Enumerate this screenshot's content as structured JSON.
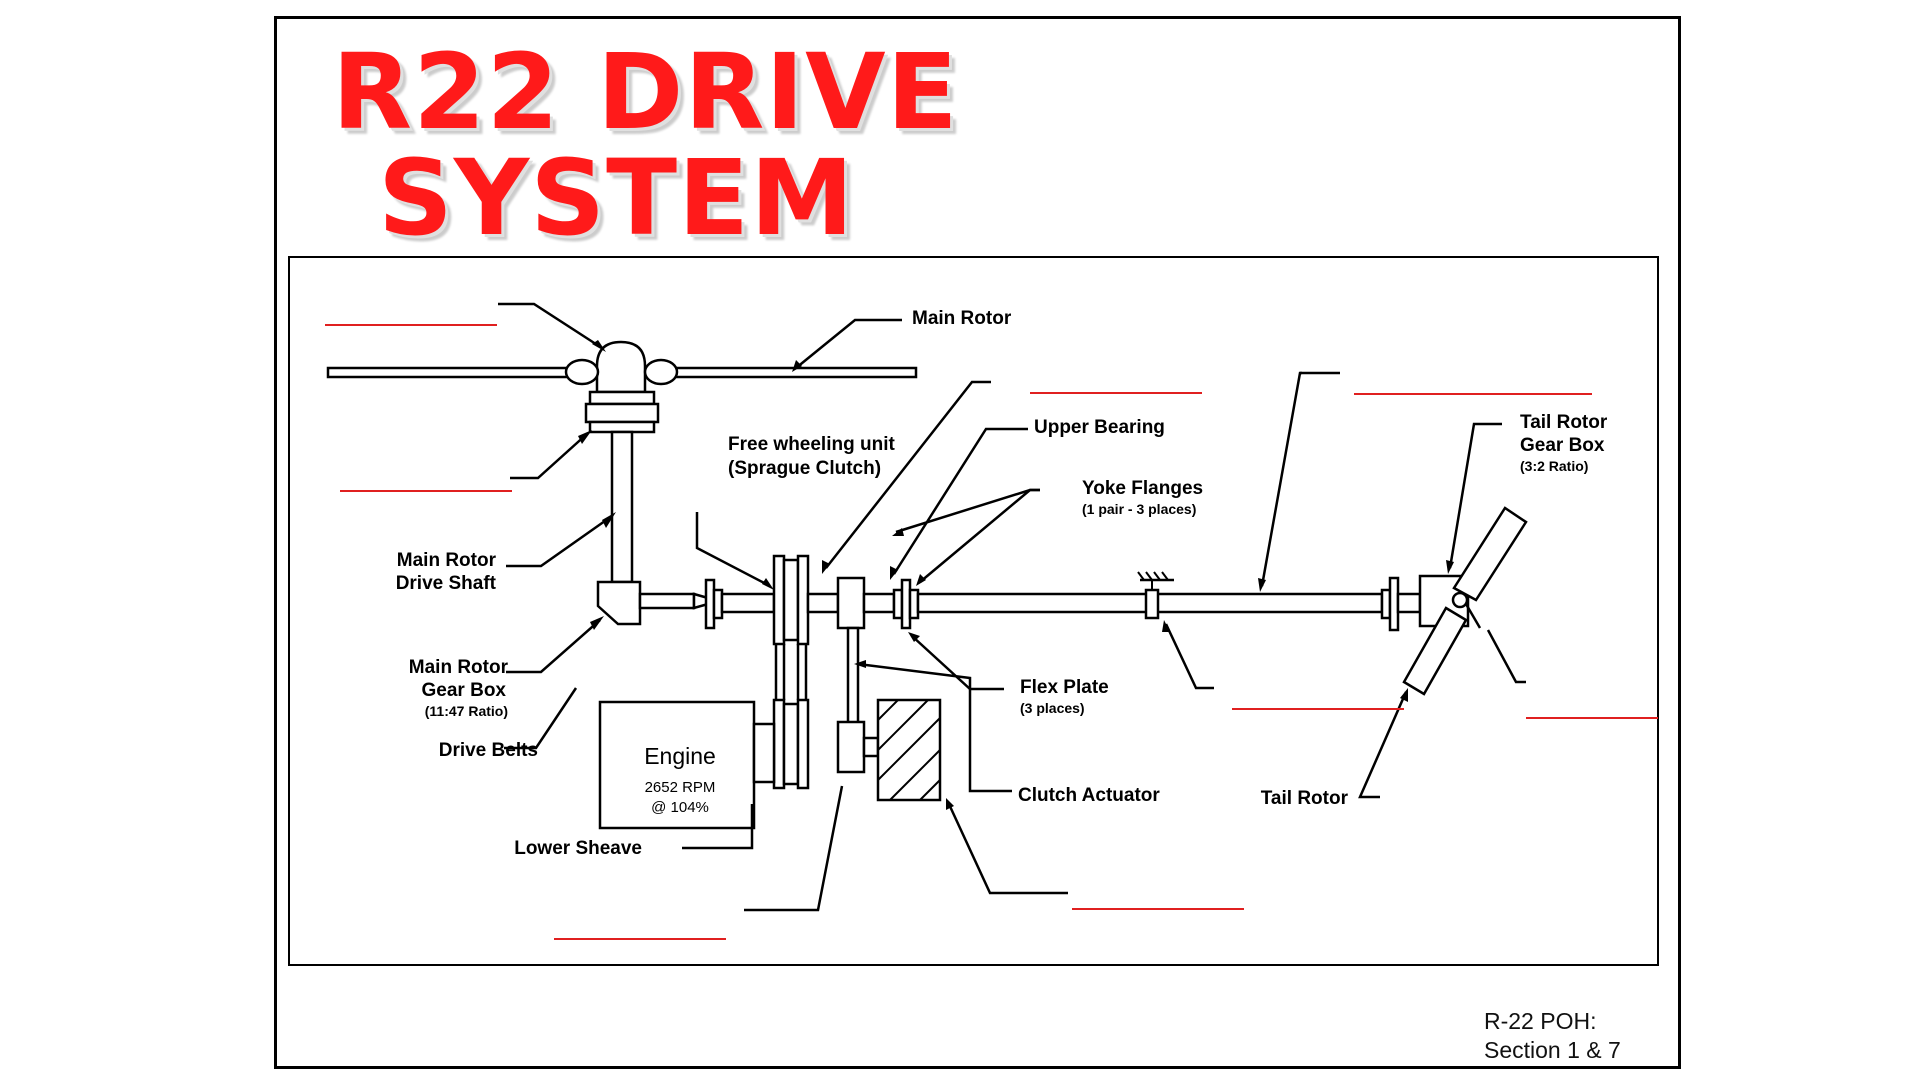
{
  "title": {
    "line1": "R22 DRIVE",
    "line2": "SYSTEM"
  },
  "labels": {
    "main_rotor": "Main Rotor",
    "free_wheeling_1": "Free wheeling unit",
    "free_wheeling_2": "(Sprague Clutch)",
    "upper_bearing": "Upper Bearing",
    "yoke_flanges": "Yoke Flanges",
    "yoke_flanges_note": "(1 pair - 3 places)",
    "tail_rotor_gearbox_1": "Tail Rotor",
    "tail_rotor_gearbox_2": "Gear Box",
    "tail_rotor_gearbox_note": "(3:2 Ratio)",
    "main_rotor_drive_shaft_1": "Main Rotor",
    "main_rotor_drive_shaft_2": "Drive Shaft",
    "main_rotor_gearbox_1": "Main Rotor",
    "main_rotor_gearbox_2": "Gear Box",
    "main_rotor_gearbox_note": "(11:47 Ratio)",
    "flex_plate": "Flex Plate",
    "flex_plate_note": "(3 places)",
    "drive_belts": "Drive Belts",
    "engine": "Engine",
    "engine_rpm": "2652 RPM",
    "engine_pct": "@ 104%",
    "clutch_actuator": "Clutch Actuator",
    "tail_rotor": "Tail Rotor",
    "lower_sheave": "Lower Sheave"
  },
  "source": {
    "line1": "R-22 POH:",
    "line2": "Section 1 & 7"
  },
  "colors": {
    "title": "#ff1a1a",
    "blank_line": "#e02020",
    "ink": "#000000"
  }
}
